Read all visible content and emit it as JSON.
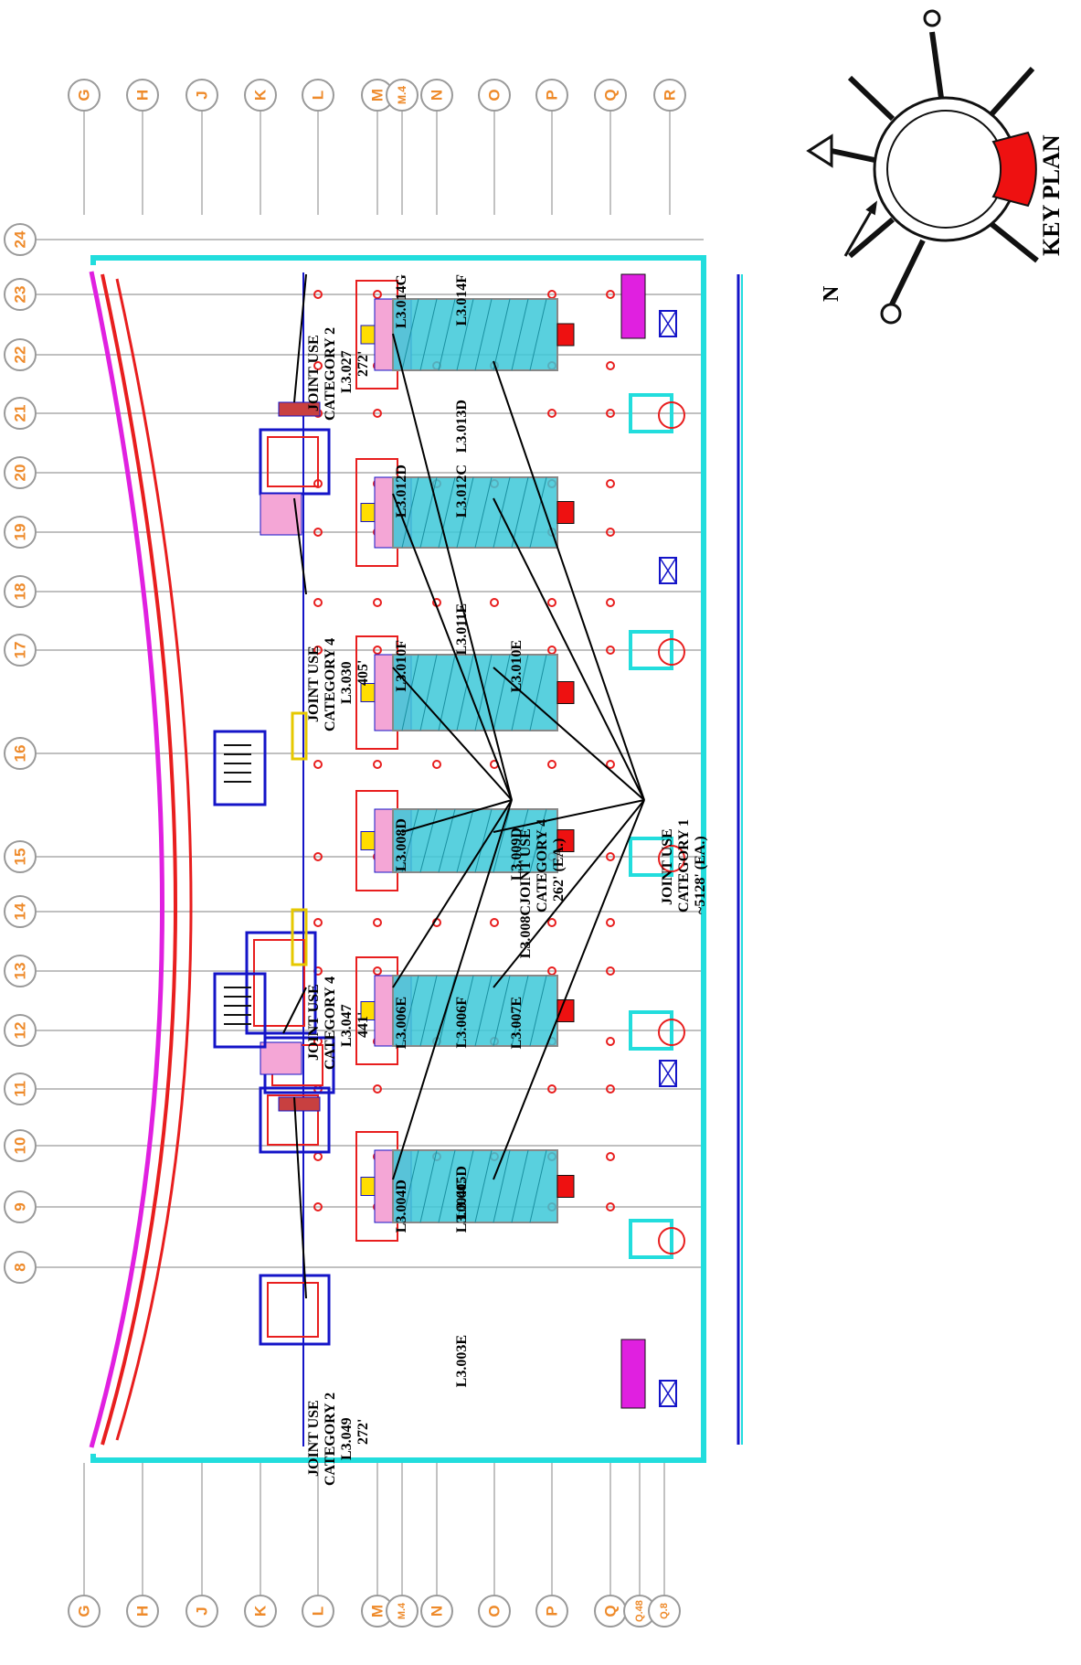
{
  "grid": {
    "columns": [
      "24",
      "23",
      "22",
      "21",
      "20",
      "19",
      "18",
      "17",
      "16",
      "15",
      "14",
      "13",
      "12",
      "11",
      "10",
      "9",
      "8"
    ],
    "rows_top": [
      "G",
      "H",
      "J",
      "K",
      "L",
      "M",
      "M.4",
      "N",
      "O",
      "P",
      "Q",
      "R"
    ],
    "rows_bottom": [
      "G",
      "H",
      "J",
      "K",
      "L",
      "M",
      "M.4",
      "N",
      "O",
      "P",
      "Q",
      "Q.48",
      "Q.8"
    ]
  },
  "labels": {
    "cat2_north": [
      "JOINT USE",
      "CATEGORY 2",
      "L3.027",
      "272'"
    ],
    "cat4_north": [
      "JOINT USE",
      "CATEGORY 4",
      "L3.030",
      "405'"
    ],
    "cat4_south": [
      "JOINT USE",
      "CATEGORY 4",
      "L3.047",
      "441'"
    ],
    "cat2_south": [
      "JOINT USE",
      "CATEGORY 2",
      "L3.049",
      "272'"
    ],
    "cat4_center": [
      "JOINT USE",
      "CATEGORY 4",
      "262' (EA.)"
    ],
    "cat1_center": [
      "JOINT USE",
      "CATEGORY 1",
      "~5128' (EA.)"
    ]
  },
  "rooms": [
    "L3.014G",
    "L3.014F",
    "L3.013D",
    "L3.012D",
    "L3.012C",
    "L3.011E",
    "L3.010F",
    "L3.010E",
    "L3.009D",
    "L3.008D",
    "L3.008C",
    "L3.007E",
    "L3.006E",
    "L3.006F",
    "L3.005D",
    "L3.004D",
    "L3.004C",
    "L3.003E"
  ],
  "key_plan": {
    "title": "KEY PLAN",
    "north": "N"
  },
  "colors": {
    "bubble": "#ee8a2a",
    "grid": "#9a9a9a",
    "wall": "#1414c8",
    "curtain": "#e81e1e",
    "canopy": "#e020e0",
    "slab_edge": "#22dddd",
    "pod": "#3cc8d8",
    "pink": "#f4a6d6",
    "highlight": "#ee1111"
  }
}
